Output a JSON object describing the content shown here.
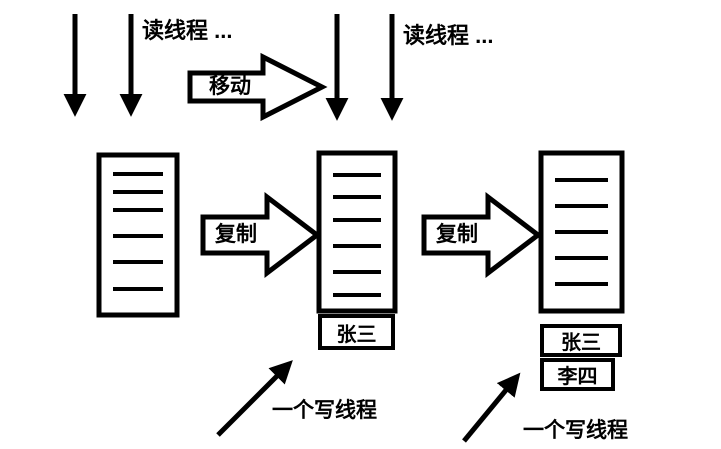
{
  "colors": {
    "ink": "#000000",
    "background": "#ffffff"
  },
  "labels": {
    "read_threads_1": "读线程 ...",
    "read_threads_2": "读线程 ...",
    "move": "移动",
    "copy_1": "复制",
    "copy_2": "复制",
    "write_thread_1": "一个写线程",
    "write_thread_2": "一个写线程"
  },
  "lists": {
    "original": {
      "items": []
    },
    "middle": {
      "items": [
        "张三"
      ]
    },
    "right": {
      "items": [
        "张三",
        "李四"
      ]
    }
  },
  "icons": {
    "reader_arrow": "↓",
    "move_block_arrow": "→",
    "copy_block_arrow": "→",
    "write_thread_arrow": "↗"
  }
}
